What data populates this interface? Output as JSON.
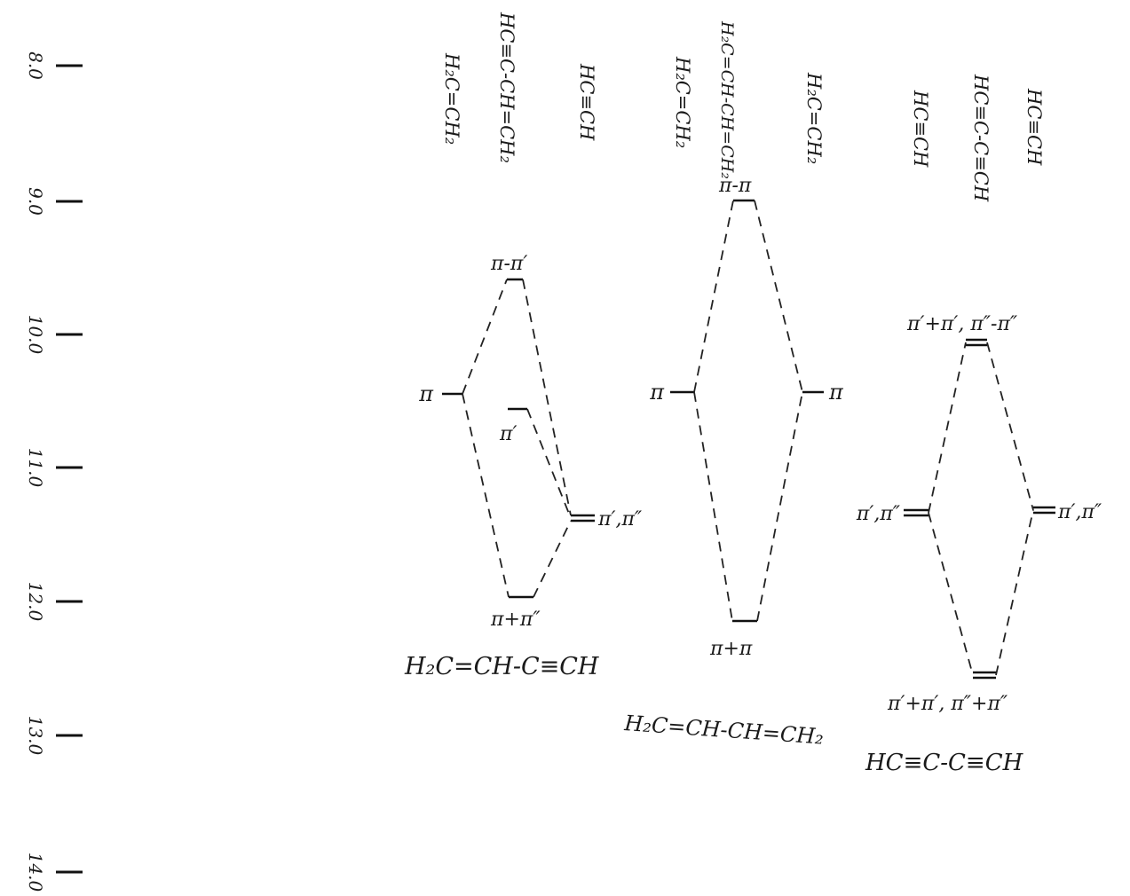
{
  "axis": {
    "ticks": [
      "8.0",
      "9.0",
      "10.0",
      "11.0",
      "12.0",
      "13.0",
      "14.0"
    ]
  },
  "diagrams": [
    {
      "molecule": "H₂C=CH-C≡CH",
      "headers": [
        "H₂C=CH₂",
        "HC≡C-CH=CH₂",
        "HC≡CH"
      ],
      "levels": {
        "pi_left": "π",
        "pi_minus": "π-π′",
        "pi_prime": "π′",
        "pi_deg": "π′,π″",
        "pi_plus": "π+π″"
      }
    },
    {
      "molecule": "H₂C=CH-CH=CH₂",
      "headers": [
        "H₂C=CH₂",
        "H₂C=CH-CH=CH₂",
        "H₂C=CH₂"
      ],
      "levels": {
        "pi_left": "π",
        "pi_minus": "π-π",
        "pi_right": "π",
        "pi_plus": "π+π"
      }
    },
    {
      "molecule": "HC≡C-C≡CH",
      "headers": [
        "HC≡CH",
        "HC≡C-C≡CH",
        "HC≡CH"
      ],
      "levels": {
        "left": "π′,π″",
        "top": "π′+π′, π″-π″",
        "right": "π′,π″",
        "bottom": "π′+π′, π″+π″"
      }
    }
  ]
}
